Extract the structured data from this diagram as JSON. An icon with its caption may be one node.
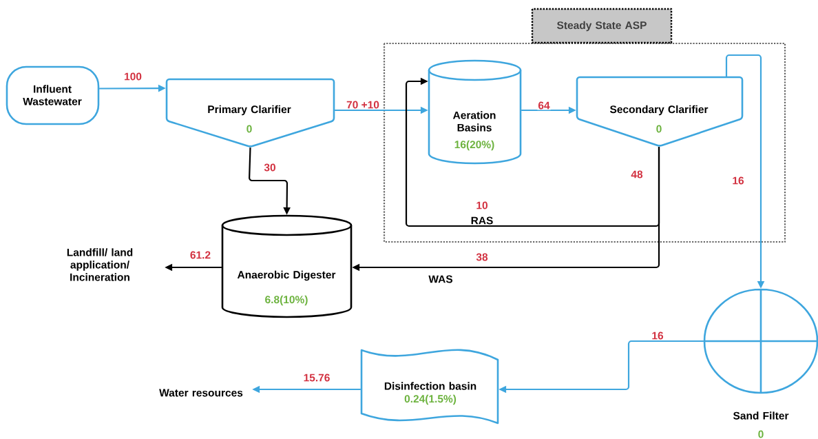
{
  "diagram": {
    "nodes": [
      {
        "text": [
          "Influent Wastewater"
        ]
      },
      {
        "text": [
          "Primary Clarifier",
          "0"
        ]
      },
      {
        "text": [
          "Steady State ASP"
        ]
      },
      {
        "text": [
          "Aeration Basins",
          "16(20%)"
        ],
        "in": 2
      },
      {
        "text": [
          "Secondary Clarifier",
          "0"
        ],
        "in": 2
      },
      {
        "text": [
          "Anaerobic Digester",
          "6.8(10%)"
        ]
      },
      {
        "text": [
          "Landfill/ land application/ Incineration"
        ]
      },
      {
        "text": [
          "Sand Filter",
          "0"
        ]
      },
      {
        "text": [
          "Disinfection basin",
          "0.24(1.5%)"
        ]
      },
      {
        "text": [
          "Water resources"
        ]
      }
    ],
    "edges": [
      {
        "from": 0,
        "to": 1,
        "arrow": "to",
        "label": "100"
      },
      {
        "from": 1,
        "to": 3,
        "arrow": "to",
        "label": "70 +10"
      },
      {
        "from": 3,
        "to": 4,
        "arrow": "to",
        "label": "64"
      },
      {
        "from": 1,
        "to": 5,
        "arrow": "to",
        "label": "30",
        "color": "#000000"
      },
      {
        "from": 4,
        "to": 3,
        "arrow": "to",
        "label": "10",
        "color": "#000000"
      },
      {
        "from": 4,
        "to": 5,
        "arrow": "to",
        "label": "38",
        "color": "#000000"
      },
      {
        "from": 4,
        "to": 7,
        "arrow": "to",
        "label": "16"
      },
      {
        "from": 7,
        "to": 8,
        "arrow": "to",
        "label": "16"
      },
      {
        "from": 5,
        "to": 6,
        "arrow": "to",
        "label": "61.2",
        "color": "#000000"
      },
      {
        "from": 8,
        "to": 9,
        "arrow": "to",
        "label": "15.76"
      }
    ],
    "labels": [
      "48",
      "RAS",
      "WAS"
    ]
  }
}
